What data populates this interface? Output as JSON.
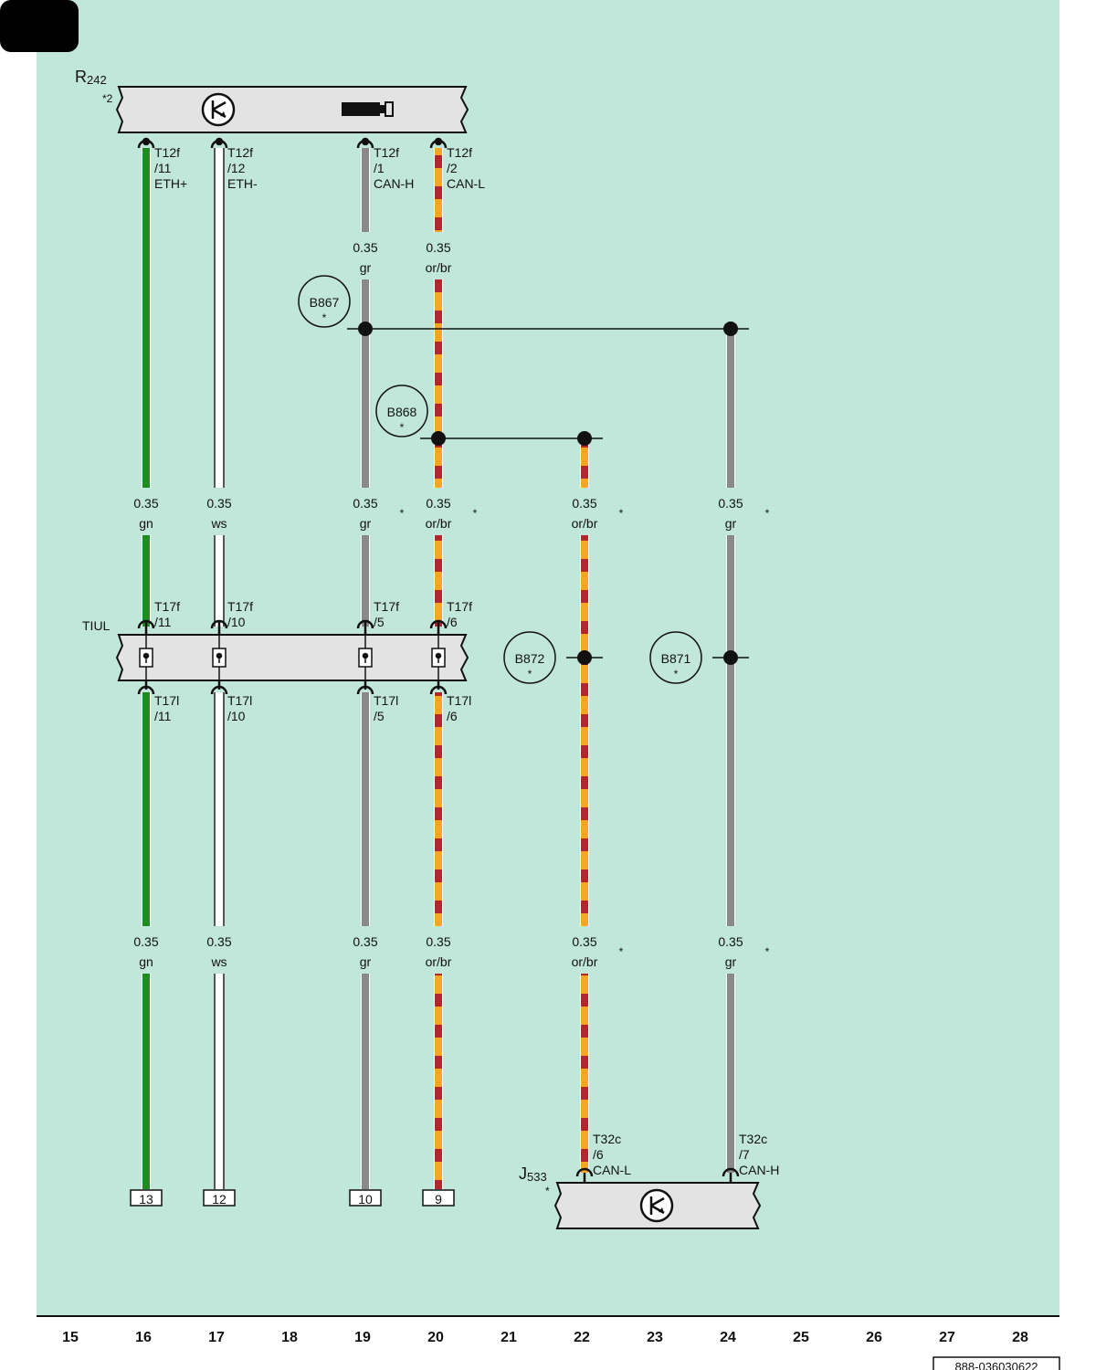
{
  "colors": {
    "background": "#c1e6da",
    "component_fill": "#e3e3e3",
    "gn": "#1e8c1e",
    "ws": "#ffffff",
    "gr": "#8a8a8a",
    "or": "#f5a623",
    "br": "#b2282d"
  },
  "components": {
    "r242": {
      "name": "R",
      "sub": "242",
      "note": "*2",
      "icons": [
        "ecu-icon",
        "camera-icon"
      ]
    },
    "tiul": {
      "name": "TIUL"
    },
    "j533": {
      "name": "J",
      "sub": "533",
      "note": "*",
      "icons": [
        "ecu-icon"
      ]
    }
  },
  "pins": {
    "r242": [
      {
        "conn": "T12f",
        "pin": "/11",
        "signal": "ETH+"
      },
      {
        "conn": "T12f",
        "pin": "/12",
        "signal": "ETH-"
      },
      {
        "conn": "T12f",
        "pin": "/1",
        "signal": "CAN-H"
      },
      {
        "conn": "T12f",
        "pin": "/2",
        "signal": "CAN-L"
      }
    ],
    "tiul_top": [
      {
        "conn": "T17f",
        "pin": "/11"
      },
      {
        "conn": "T17f",
        "pin": "/10"
      },
      {
        "conn": "T17f",
        "pin": "/5"
      },
      {
        "conn": "T17f",
        "pin": "/6"
      }
    ],
    "tiul_bottom": [
      {
        "conn": "T17l",
        "pin": "/11"
      },
      {
        "conn": "T17l",
        "pin": "/10"
      },
      {
        "conn": "T17l",
        "pin": "/5"
      },
      {
        "conn": "T17l",
        "pin": "/6"
      }
    ],
    "j533": [
      {
        "conn": "T32c",
        "pin": "/6",
        "signal": "CAN-L"
      },
      {
        "conn": "T32c",
        "pin": "/7",
        "signal": "CAN-H"
      }
    ]
  },
  "wire_labels": {
    "row1": [
      {
        "size": "0.35",
        "color": "gr"
      },
      {
        "size": "0.35",
        "color": "or/br"
      }
    ],
    "row2": [
      {
        "size": "0.35",
        "color": "gn"
      },
      {
        "size": "0.35",
        "color": "ws"
      },
      {
        "size": "0.35",
        "color": "gr",
        "note": "*"
      },
      {
        "size": "0.35",
        "color": "or/br",
        "note": "*"
      },
      {
        "size": "0.35",
        "color": "or/br",
        "note": "*"
      },
      {
        "size": "0.35",
        "color": "gr",
        "note": "*"
      }
    ],
    "row3": [
      {
        "size": "0.35",
        "color": "gn"
      },
      {
        "size": "0.35",
        "color": "ws"
      },
      {
        "size": "0.35",
        "color": "gr"
      },
      {
        "size": "0.35",
        "color": "or/br"
      },
      {
        "size": "0.35",
        "color": "or/br",
        "note": "*"
      },
      {
        "size": "0.35",
        "color": "gr",
        "note": "*"
      }
    ]
  },
  "splices": [
    {
      "id": "B867",
      "note": "*"
    },
    {
      "id": "B868",
      "note": "*"
    },
    {
      "id": "B872",
      "note": "*"
    },
    {
      "id": "B871",
      "note": "*"
    }
  ],
  "references": [
    "13",
    "12",
    "10",
    "9"
  ],
  "columns": [
    "15",
    "16",
    "17",
    "18",
    "19",
    "20",
    "21",
    "22",
    "23",
    "24",
    "25",
    "26",
    "27",
    "28"
  ],
  "doc_code": "888-036030622"
}
